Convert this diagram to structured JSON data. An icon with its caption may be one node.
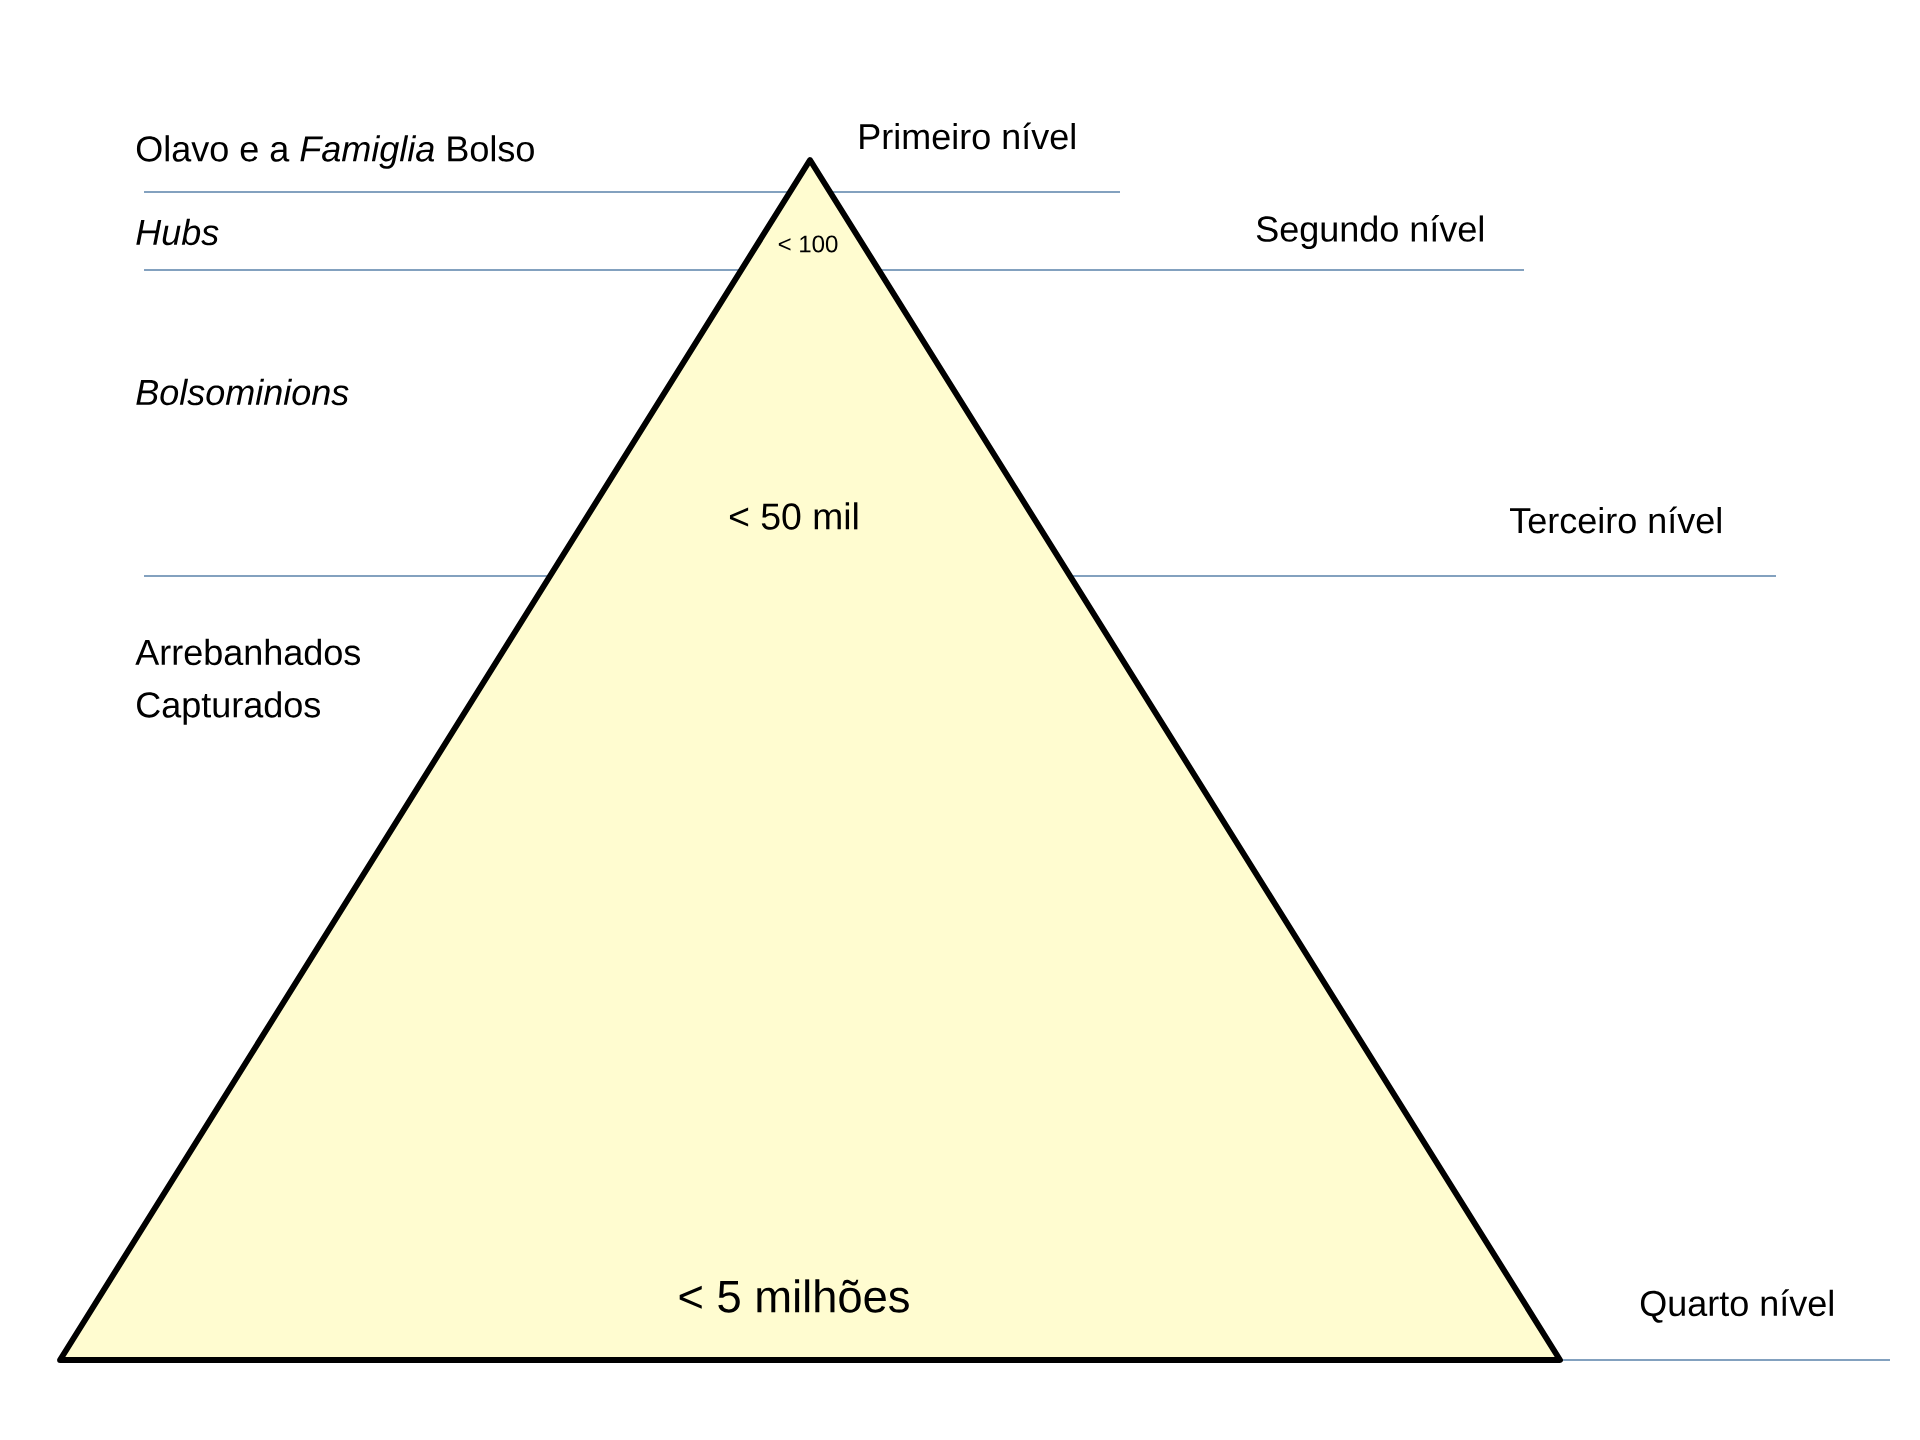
{
  "diagram": {
    "nodes": [
      {
        "text": [
          "< 100",
          "< 50 mil",
          "< 5 milhões"
        ]
      }
    ],
    "labels": [
      "Olavo e a *Famiglia* Bolso",
      "Primeiro nível",
      "Hubs",
      "Segundo nível",
      "Bolsominions",
      "Terceiro nível",
      "Arrebanhados",
      "Capturados",
      "Quarto nível"
    ]
  }
}
